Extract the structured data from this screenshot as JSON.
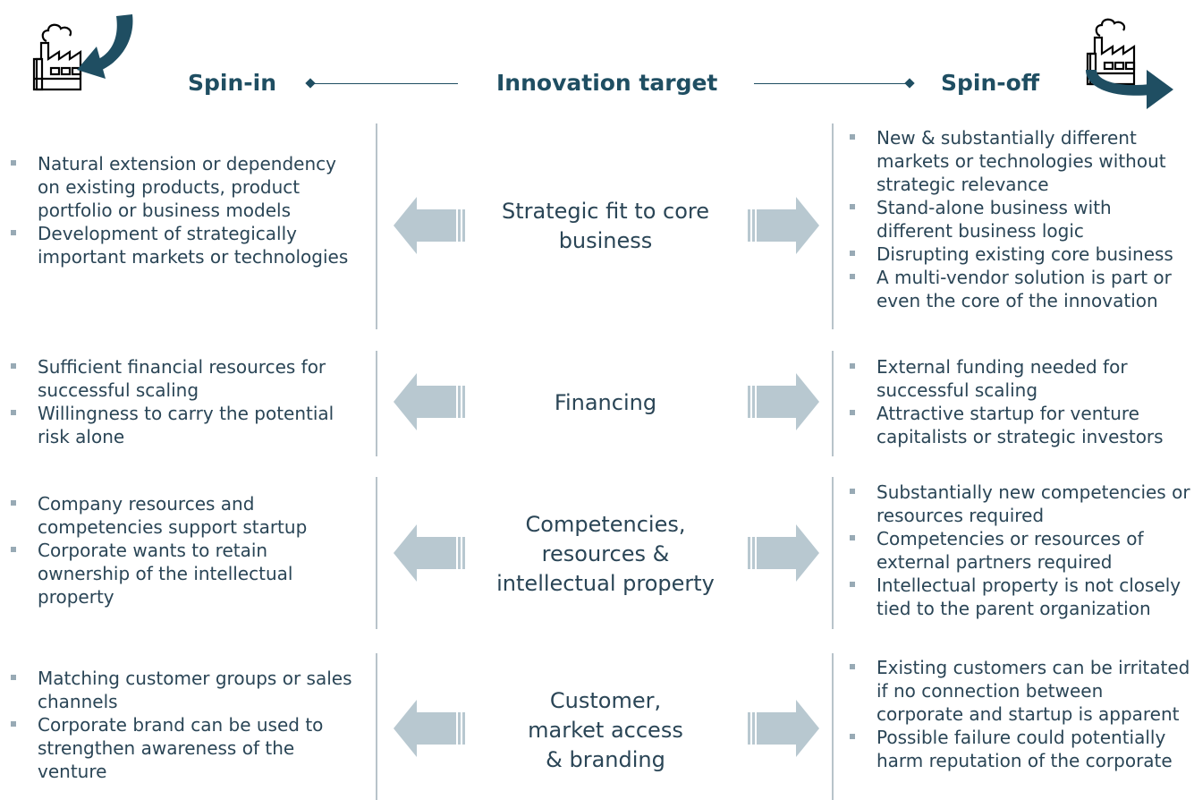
{
  "header": {
    "left": "Spin-in",
    "center": "Innovation target",
    "right": "Spin-off"
  },
  "icons": {
    "left": "factory-spin-in-icon",
    "right": "factory-spin-off-icon",
    "arrows": "block-arrow-icon"
  },
  "colors": {
    "heading": "#1f4e62",
    "arrow": "#b8c8d0",
    "bullet": "#98aab5"
  },
  "rows": [
    {
      "center_lines": [
        "Strategic fit to core",
        "business"
      ],
      "left": [
        "Natural extension or dependency on existing products, product portfolio or business models",
        "Development of strategically important markets or technologies"
      ],
      "right": [
        "New & substantially different markets or technologies without strategic relevance",
        "Stand-alone business with different business logic",
        "Disrupting existing core business",
        "A multi-vendor solution is part or even the core of the innovation"
      ]
    },
    {
      "center_lines": [
        "Financing"
      ],
      "left": [
        "Sufficient financial resources for successful scaling",
        "Willingness to carry the potential risk alone"
      ],
      "right": [
        "External funding needed for successful scaling",
        "Attractive startup for venture capitalists or strategic investors"
      ]
    },
    {
      "center_lines": [
        "Competencies,",
        "resources &",
        "intellectual property"
      ],
      "left": [
        "Company resources and competencies support startup",
        "Corporate wants to retain ownership of the intellectual property"
      ],
      "right": [
        "Substantially new competencies or resources required",
        "Competencies or resources of external partners required",
        "Intellectual property is not closely tied to the parent organization"
      ]
    },
    {
      "center_lines": [
        "Customer,",
        "market access",
        "& branding"
      ],
      "left": [
        "Matching customer groups or sales channels",
        "Corporate brand can be used to strengthen awareness of the venture"
      ],
      "right": [
        "Existing customers can be irritated if no connection between corporate and startup is apparent",
        "Possible failure could potentially harm reputation of the corporate"
      ]
    }
  ]
}
